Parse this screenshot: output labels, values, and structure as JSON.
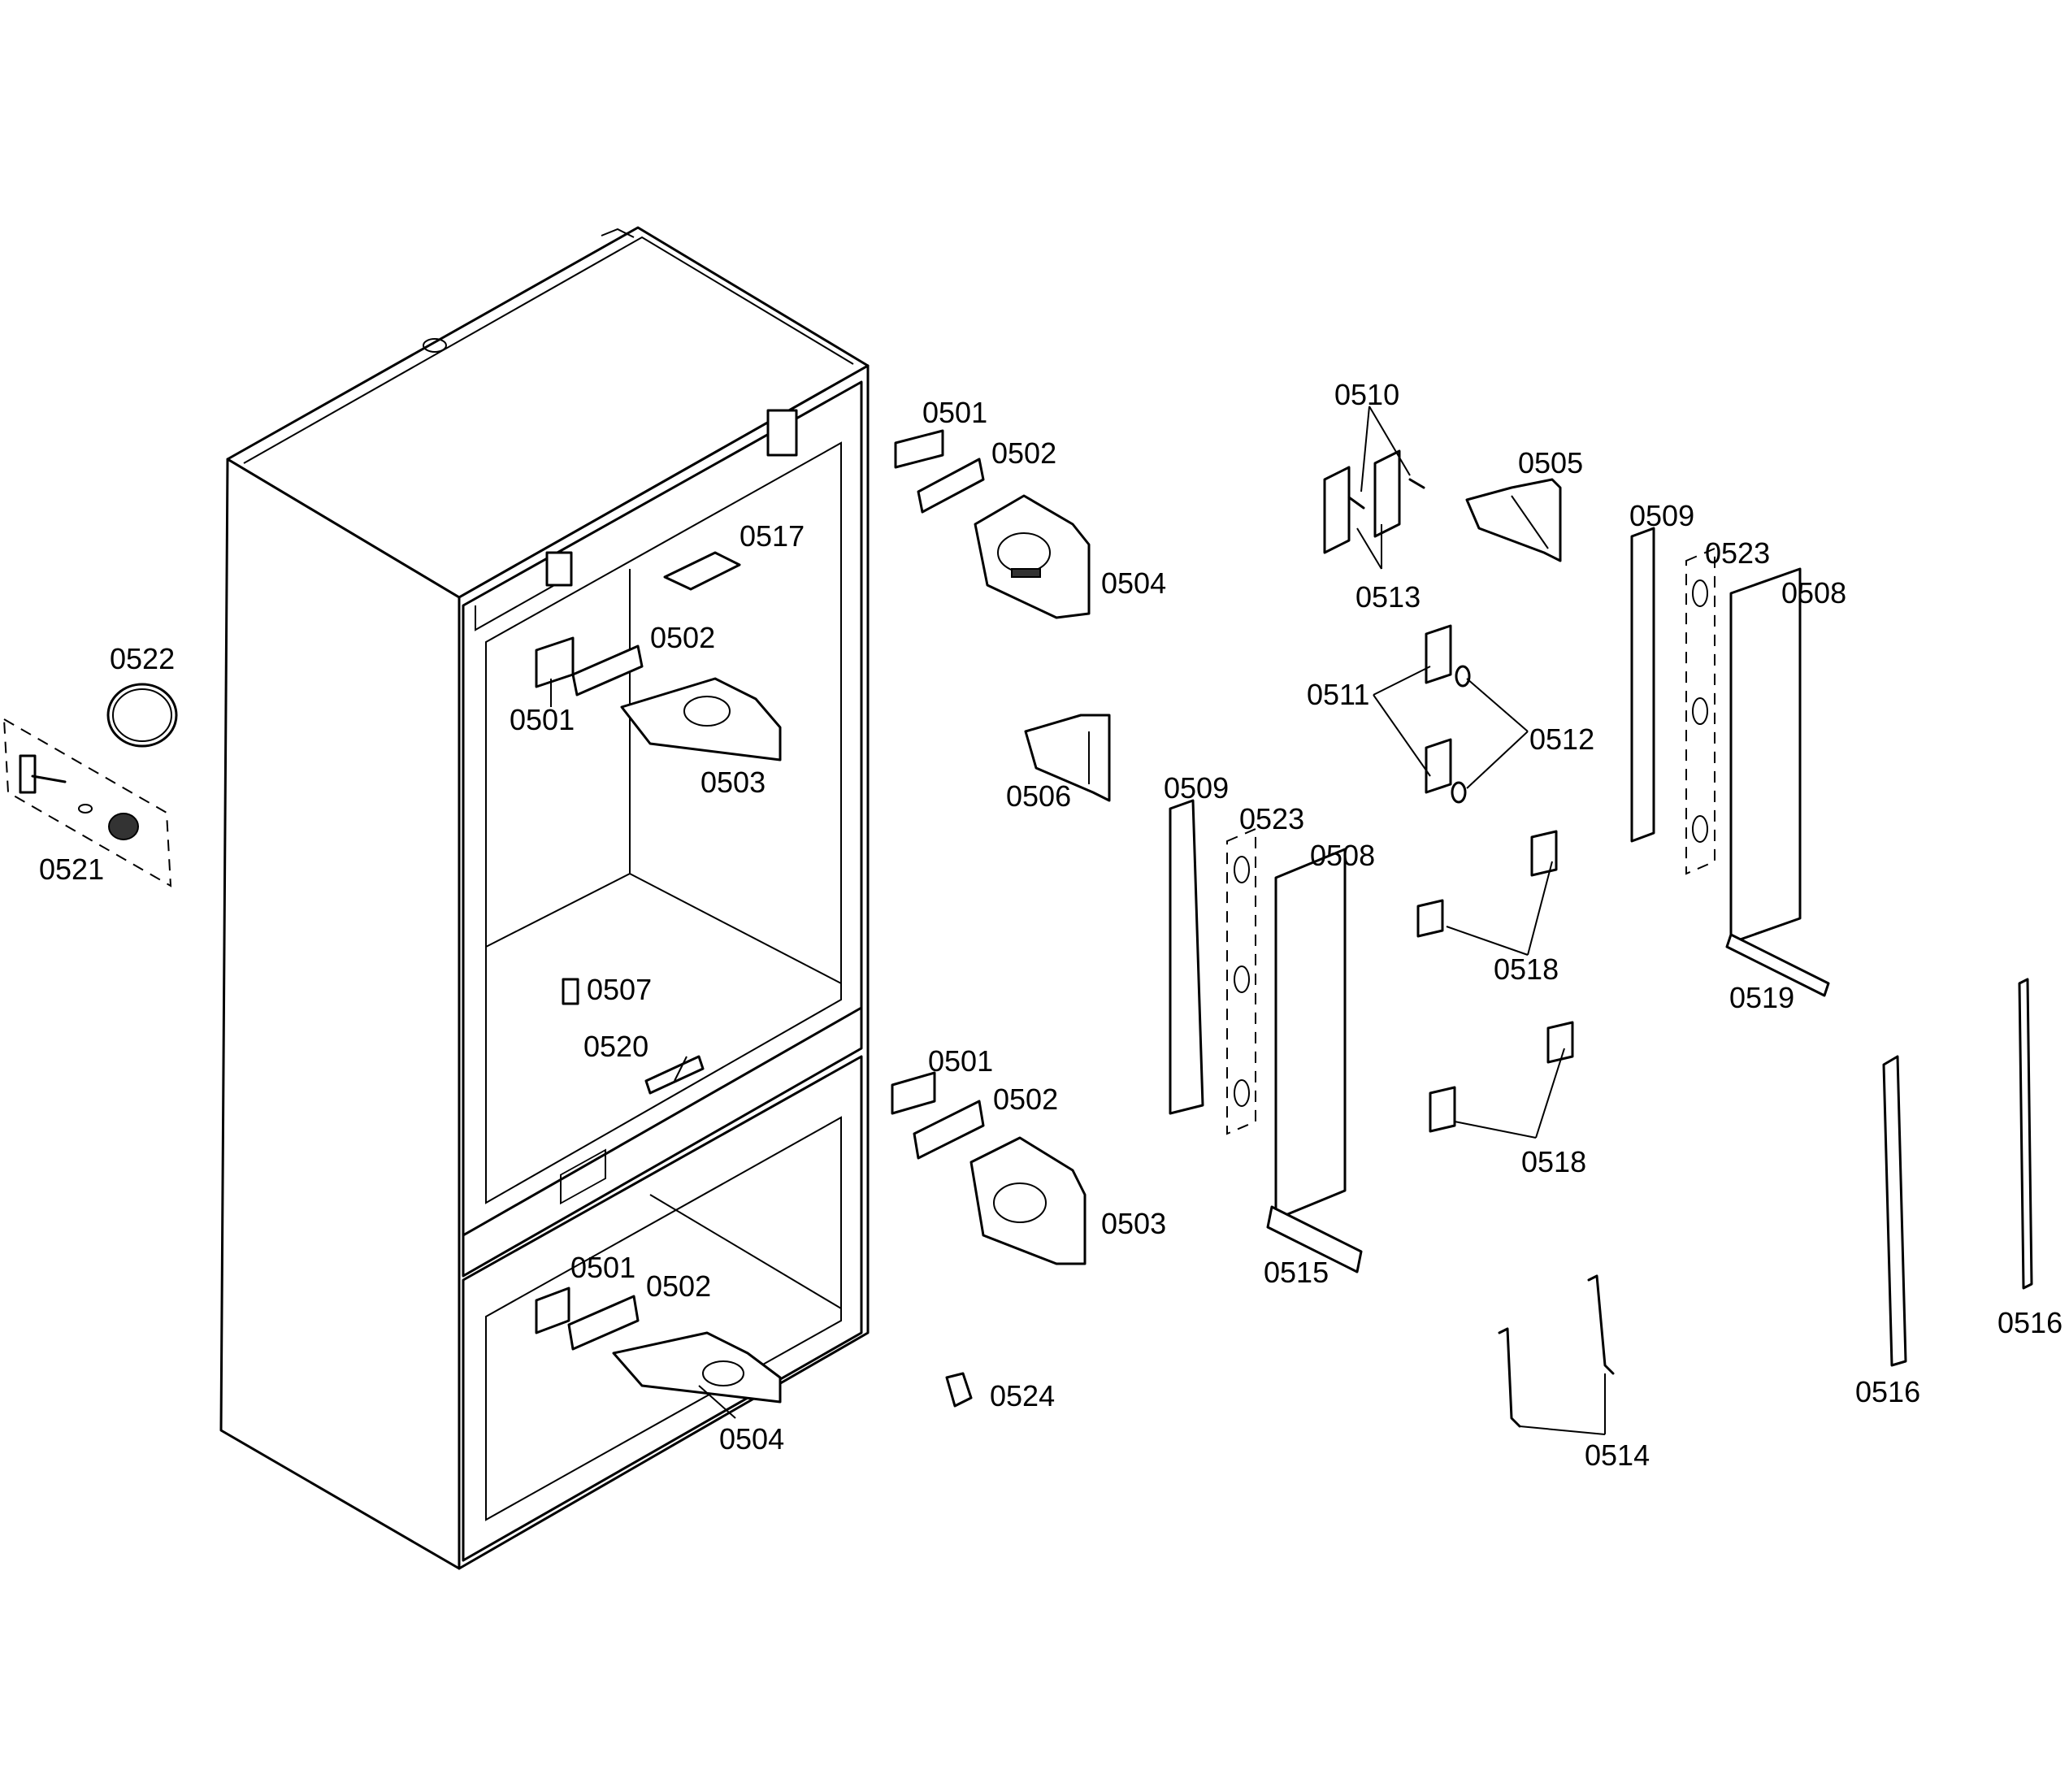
{
  "parts": [
    {
      "id": "0501"
    },
    {
      "id": "0502"
    },
    {
      "id": "0503"
    },
    {
      "id": "0504"
    },
    {
      "id": "0505"
    },
    {
      "id": "0506"
    },
    {
      "id": "0507"
    },
    {
      "id": "0508"
    },
    {
      "id": "0509"
    },
    {
      "id": "0510"
    },
    {
      "id": "0511"
    },
    {
      "id": "0512"
    },
    {
      "id": "0513"
    },
    {
      "id": "0514"
    },
    {
      "id": "0515"
    },
    {
      "id": "0516"
    },
    {
      "id": "0517"
    },
    {
      "id": "0518"
    },
    {
      "id": "0519"
    },
    {
      "id": "0520"
    },
    {
      "id": "0521"
    },
    {
      "id": "0522"
    },
    {
      "id": "0523"
    },
    {
      "id": "0524"
    }
  ],
  "labels": {
    "l0501": "0501",
    "l0502": "0502",
    "l0503": "0503",
    "l0504": "0504",
    "l0505": "0505",
    "l0506": "0506",
    "l0507": "0507",
    "l0508": "0508",
    "l0509": "0509",
    "l0510": "0510",
    "l0511": "0511",
    "l0512": "0512",
    "l0513": "0513",
    "l0514": "0514",
    "l0515": "0515",
    "l0516": "0516",
    "l0517": "0517",
    "l0518": "0518",
    "l0519": "0519",
    "l0520": "0520",
    "l0521": "0521",
    "l0522": "0522",
    "l0523": "0523",
    "l0524": "0524"
  }
}
